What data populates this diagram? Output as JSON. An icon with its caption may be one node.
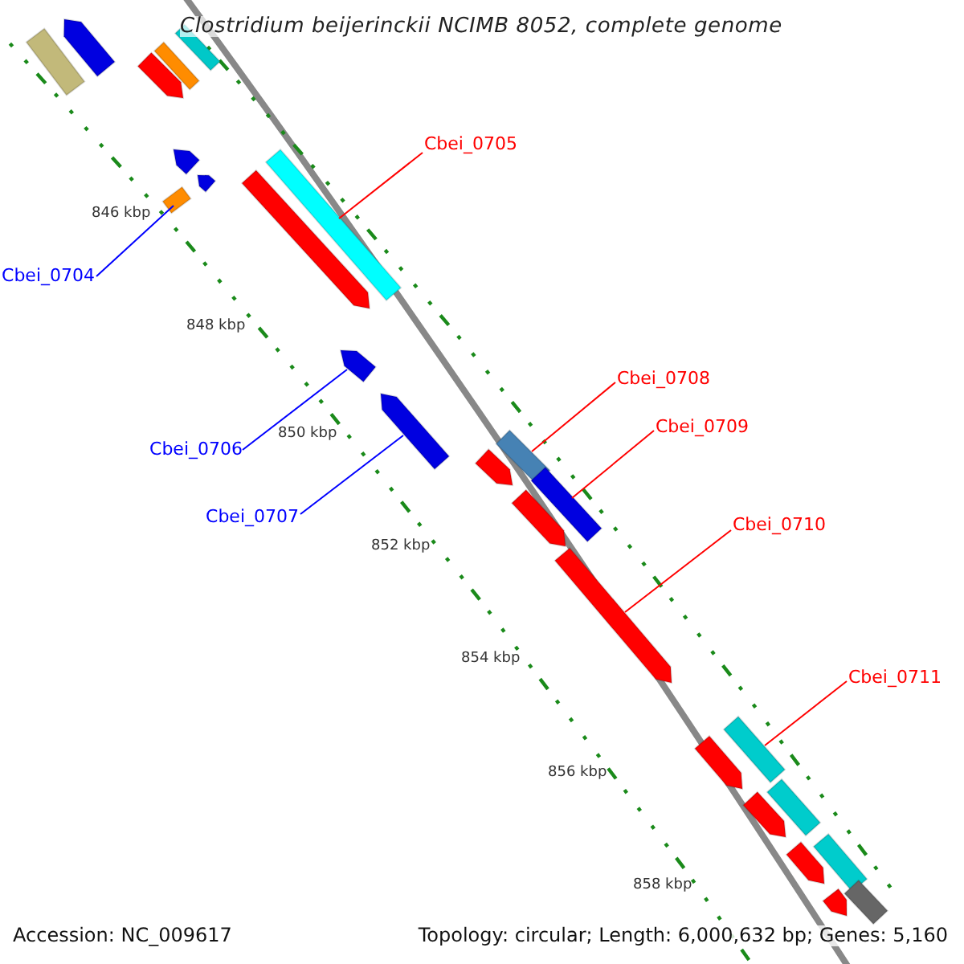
{
  "diagram": {
    "title": "Clostridium beijerinckii NCIMB 8052, complete genome",
    "nodes": [
      {
        "text": [
          "Cbei_0704"
        ]
      },
      {
        "text": [
          "Cbei_0705"
        ]
      },
      {
        "text": [
          "Cbei_0706"
        ]
      },
      {
        "text": [
          "Cbei_0707"
        ]
      },
      {
        "text": [
          "Cbei_0708"
        ]
      },
      {
        "text": [
          "Cbei_0709"
        ]
      },
      {
        "text": [
          "Cbei_0710"
        ]
      },
      {
        "text": [
          "Cbei_0711"
        ]
      },
      {
        "text": [],
        "shape": "bar"
      },
      {
        "text": [],
        "shape": "arrow"
      },
      {
        "text": [],
        "shape": "arrow"
      },
      {
        "text": [],
        "shape": "bar"
      },
      {
        "text": [],
        "shape": "bar"
      },
      {
        "text": [],
        "shape": "arrow"
      },
      {
        "text": [],
        "shape": "arrow"
      },
      {
        "text": [],
        "shape": "bar"
      },
      {
        "text": [],
        "shape": "bar"
      },
      {
        "text": [],
        "shape": "arrow"
      },
      {
        "text": [],
        "shape": "arrow"
      },
      {
        "text": [],
        "shape": "arrow"
      },
      {
        "text": [],
        "shape": "bar"
      },
      {
        "text": [],
        "shape": "arrow"
      },
      {
        "text": [],
        "shape": "arrow"
      },
      {
        "text": [],
        "shape": "bar"
      },
      {
        "text": [],
        "shape": "arrow"
      },
      {
        "text": [],
        "shape": "bar"
      },
      {
        "text": [],
        "shape": "arrow"
      },
      {
        "text": [],
        "shape": "bar"
      },
      {
        "text": [],
        "shape": "arrow"
      },
      {
        "text": [],
        "shape": "bar"
      },
      {
        "text": [],
        "shape": "arrow"
      },
      {
        "text": [],
        "shape": "bar"
      },
      {
        "text": [],
        "shape": "arrow"
      }
    ],
    "edges": [
      {
        "from": 0,
        "to": 15,
        "arrow": "none",
        "color": "#0000ff"
      },
      {
        "from": 1,
        "to": 16,
        "arrow": "none"
      },
      {
        "from": 2,
        "to": 18,
        "arrow": "none",
        "color": "#0000ff"
      },
      {
        "from": 3,
        "to": 19,
        "arrow": "none",
        "color": "#0000ff"
      },
      {
        "from": 4,
        "to": 20,
        "arrow": "none"
      },
      {
        "from": 5,
        "to": 23,
        "arrow": "none"
      },
      {
        "from": 6,
        "to": 24,
        "arrow": "none"
      },
      {
        "from": 7,
        "to": 25,
        "arrow": "none"
      }
    ],
    "labels": [
      "846 kbp",
      "848 kbp",
      "850 kbp",
      "852 kbp",
      "854 kbp",
      "856 kbp",
      "858 kbp",
      "Accession: NC_009617",
      "Topology: circular; Length: 6,000,632 bp; Genes: 5,160"
    ]
  }
}
